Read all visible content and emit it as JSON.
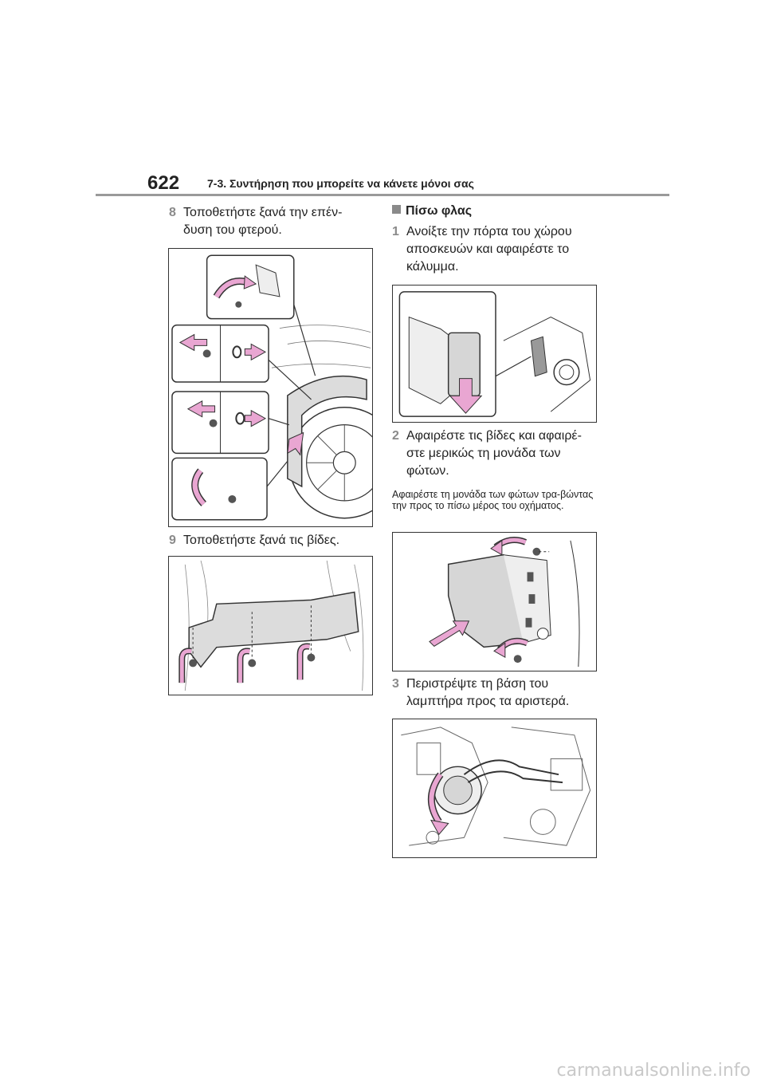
{
  "header": {
    "page_number": "622",
    "chapter_title": "7-3. Συντήρηση που μπορείτε να κάνετε μόνοι σας"
  },
  "left_column": {
    "step8": {
      "num": "8",
      "text": "Τοποθετήστε ξανά την επέν-δυση του φτερού."
    },
    "step9": {
      "num": "9",
      "text": "Τοποθετήστε ξανά τις βίδες."
    }
  },
  "right_column": {
    "section_title": "Πίσω φλας",
    "step1": {
      "num": "1",
      "text": "Ανοίξτε την πόρτα του χώρου αποσκευών και αφαιρέστε το κάλυμμα."
    },
    "step2": {
      "num": "2",
      "text": "Αφαιρέστε τις βίδες και αφαιρέ-στε μερικώς τη μονάδα των φώτων."
    },
    "note": "Αφαιρέστε τη μονάδα των φώτων τρα-βώντας την προς το πίσω μέρος του οχήματος.",
    "step3": {
      "num": "3",
      "text": "Περιστρέψτε τη βάση του λαμπτήρα προς τα αριστερά."
    }
  },
  "watermark": "carmanualsonline.info",
  "colors": {
    "arrow": "#e9a6d2",
    "arrow_stroke": "#333333",
    "rule": "#9a9a9a",
    "step_number": "#8a8a8a"
  }
}
